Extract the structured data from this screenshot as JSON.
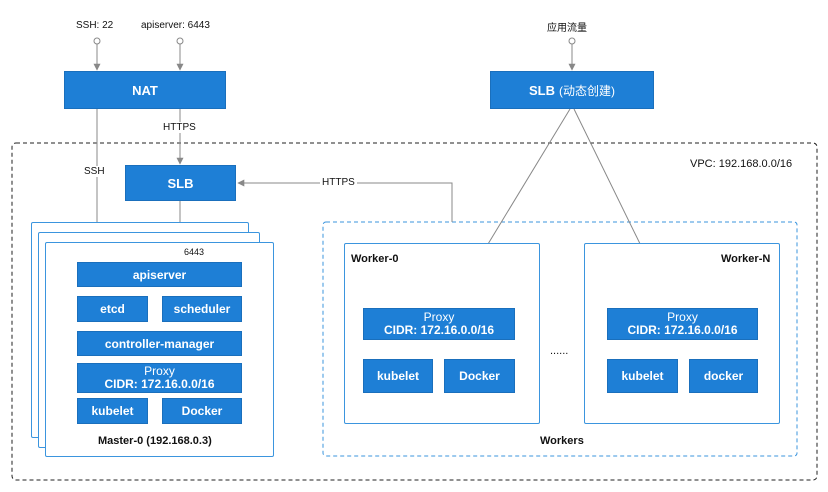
{
  "top_inputs": {
    "ssh": "SSH: 22",
    "apiserver": "apiserver: 6443",
    "app_traffic": "应用流量"
  },
  "nat": {
    "label": "NAT"
  },
  "slb_dynamic": {
    "label": "SLB",
    "suffix": "(动态创建)"
  },
  "vpc": {
    "label": "VPC: 192.168.0.0/16"
  },
  "edges": {
    "nat_slb": "HTTPS",
    "nat_master": "SSH",
    "worker_slb": "HTTPS",
    "slb_apiserver_port": "6443"
  },
  "slb": {
    "label": "SLB"
  },
  "master": {
    "title": "Master-0 (192.168.0.3)",
    "apiserver": "apiserver",
    "etcd": "etcd",
    "scheduler": "scheduler",
    "controller_manager": "controller-manager",
    "proxy": "Proxy",
    "proxy_cidr": "CIDR: 172.16.0.0/16",
    "kubelet": "kubelet",
    "docker": "Docker"
  },
  "workers": {
    "title": "Workers",
    "ellipsis": "......",
    "nodes": [
      {
        "name": "Worker-0",
        "proxy": "Proxy",
        "proxy_cidr": "CIDR: 172.16.0.0/16",
        "kubelet": "kubelet",
        "docker": "Docker"
      },
      {
        "name": "Worker-N",
        "proxy": "Proxy",
        "proxy_cidr": "CIDR: 172.16.0.0/16",
        "kubelet": "kubelet",
        "docker": "docker"
      }
    ]
  },
  "colors": {
    "box_fill": "#1e7fd6",
    "frame_stroke": "#3b95de",
    "line": "#888888",
    "dashed_border": "#222222"
  }
}
